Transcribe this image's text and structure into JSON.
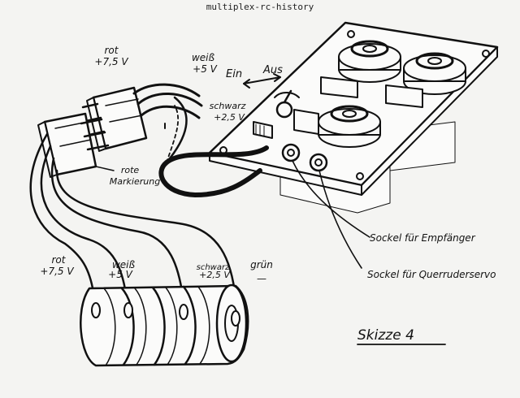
{
  "watermark": "multiplex-rc-history",
  "caption": "Skizze 4",
  "switch": {
    "on": "Ein",
    "off": "Aus"
  },
  "connector_top": {
    "red": "rot",
    "red_voltage": "+7,5 V",
    "white": "weiß",
    "white_voltage": "+5 V",
    "black": "schwarz",
    "black_voltage": "+2,5 V"
  },
  "red_marking": {
    "line1": "rote",
    "line2": "Markierung"
  },
  "socket_receiver": "Sockel für Empfänger",
  "socket_servo": "Sockel für Querruderservo",
  "battery": {
    "red": "rot",
    "red_voltage": "+7,5 V",
    "white": "weiß",
    "white_voltage": "+5 V",
    "black": "schwarz",
    "black_voltage": "+2,5 V",
    "green": "grün",
    "green_mark": "—"
  },
  "colors": {
    "paper": "#f4f4f2",
    "ink": "#111111"
  }
}
